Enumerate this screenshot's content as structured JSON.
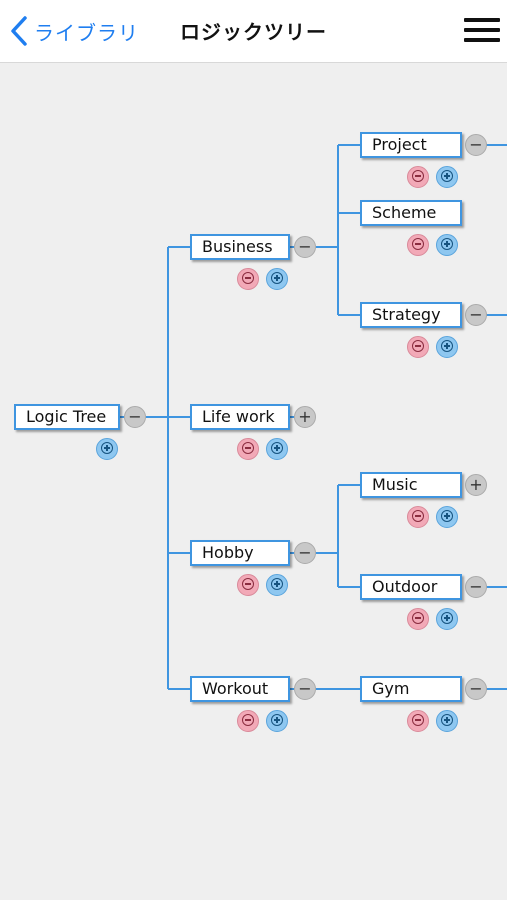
{
  "navbar": {
    "back_label": "ライブラリ",
    "title": "ロジックツリー",
    "menu_icon": "hamburger-icon",
    "back_icon": "chevron-left-icon"
  },
  "colors": {
    "accent": "#1f7ef0",
    "node_border": "#3f95e0",
    "line": "#3f95e0",
    "minus_circle": "#f2a9b7",
    "plus_circle": "#8ec7f0",
    "toggle": "#c8c8c8",
    "background": "#efefef"
  },
  "tree": {
    "root": {
      "label": "Logic Tree",
      "toggle": "−"
    },
    "level1": [
      {
        "label": "Business",
        "toggle": "−"
      },
      {
        "label": "Life work",
        "toggle": "+"
      },
      {
        "label": "Hobby",
        "toggle": "−"
      },
      {
        "label": "Workout",
        "toggle": "−"
      }
    ],
    "level2": [
      {
        "label": "Project",
        "toggle": "−"
      },
      {
        "label": "Scheme",
        "toggle": ""
      },
      {
        "label": "Strategy",
        "toggle": "−"
      },
      {
        "label": "Music",
        "toggle": "+"
      },
      {
        "label": "Outdoor",
        "toggle": "−"
      },
      {
        "label": "Gym",
        "toggle": "−"
      }
    ]
  }
}
